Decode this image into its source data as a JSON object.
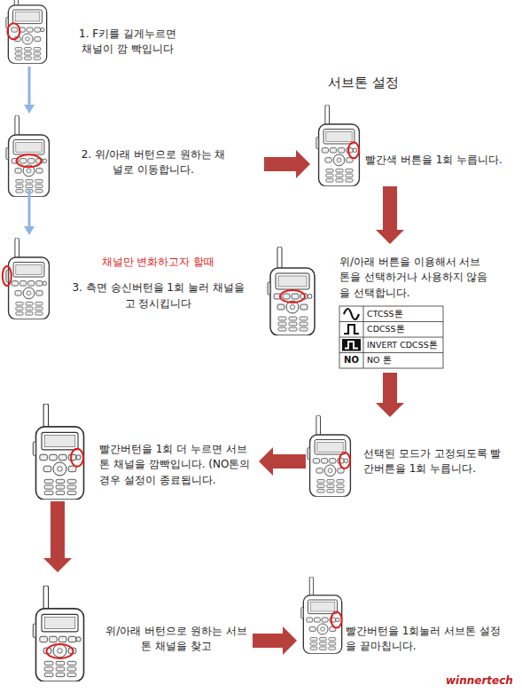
{
  "diagram": {
    "title": "서브톤 설정",
    "nodes": [
      {
        "text": [
          "1. F키를 길게누르면 채널이 깜 빡입니다"
        ]
      },
      {
        "text": [
          "2. 위/아래 버턴으로 원하는 채널로 이동합니다."
        ]
      },
      {
        "text": [
          "채널만 변화하고자 할때",
          "3. 측면 송신버턴을 1회 눌러 채널을 고 정시킵니다"
        ]
      },
      {
        "text": [
          "빨간색 버튼을 1회 누릅니다."
        ]
      },
      {
        "text": [
          "위/아래 버튼을 이용해서 서브톤을 선택하거나 사용하지 않음을 선택합니다."
        ]
      },
      {
        "text": [
          "선택된 모드가 고정되도록 빨간버튼을 1회 누릅니다."
        ]
      },
      {
        "text": [
          "빨간버턴을 1회 더 누르면 서브톤 채널을 깜빡입니다. (NO톤의 경우 설정이 종료됩니다."
        ]
      },
      {
        "text": [
          "위/아래 버턴으로 원하는 서브톤 채널을 찾고"
        ]
      },
      {
        "text": [
          "빨간버턴을 1회눌러 서브톤 설정을 끝마칩니다."
        ]
      }
    ],
    "edges": [
      {
        "from": 0,
        "to": 1,
        "arrow": "to"
      },
      {
        "from": 1,
        "to": 2,
        "arrow": "to"
      },
      {
        "from": 1,
        "to": 3,
        "arrow": "to"
      },
      {
        "from": 3,
        "to": 4,
        "arrow": "to"
      },
      {
        "from": 4,
        "to": 5,
        "arrow": "to"
      },
      {
        "from": 5,
        "to": 6,
        "arrow": "to"
      },
      {
        "from": 6,
        "to": 7,
        "arrow": "to"
      },
      {
        "from": 7,
        "to": 8,
        "arrow": "to"
      }
    ],
    "labels": [
      "NO",
      "winnertech"
    ],
    "legend": [
      {
        "text": "CTCSS톤"
      },
      {
        "text": "CDCSS톤"
      },
      {
        "text": "INVERT CDCSS톤"
      },
      {
        "text": "NO 톤"
      }
    ]
  }
}
